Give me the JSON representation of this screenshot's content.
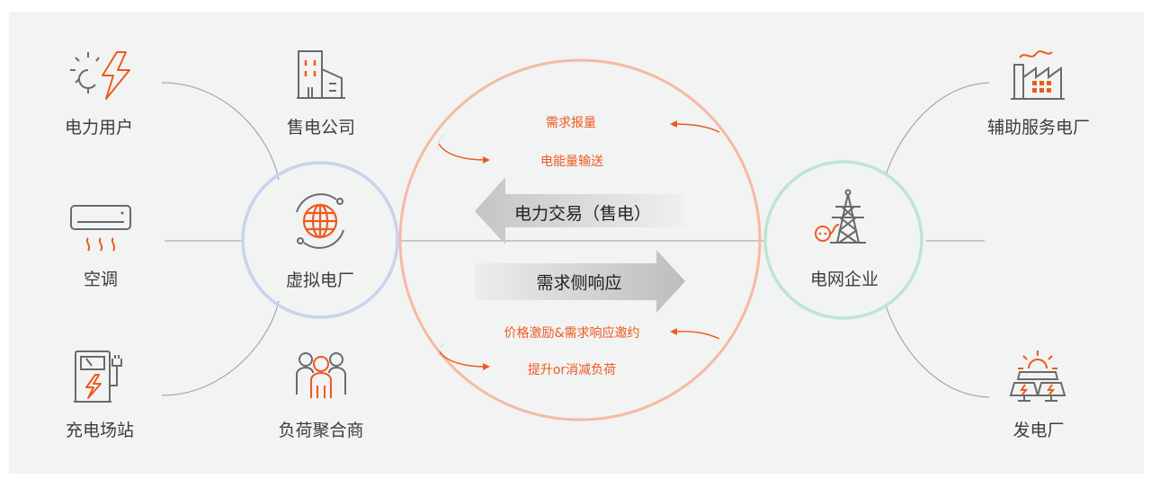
{
  "nodes": {
    "power_user": "电力用户",
    "sales_company": "售电公司",
    "air_conditioner": "空调",
    "vpp": "虚拟电厂",
    "charging_station": "充电场站",
    "load_aggregator": "负荷聚合商",
    "aux_plant": "辅助服务电厂",
    "grid": "电网企业",
    "power_plant": "发电厂"
  },
  "flows": {
    "demand_bid": "需求报量",
    "energy_transfer": "电能量输送",
    "price_incentive": "价格激励&需求响应邀约",
    "load_adjust": "提升or消减负荷"
  },
  "arrows": {
    "trade": "电力交易（售电）",
    "demand_response": "需求侧响应"
  },
  "colors": {
    "accent": "#ee5a1f",
    "vpp_ring": "#c8d3ef",
    "grid_ring": "#bfe5cf",
    "center_ring": "#f6b9a3",
    "icon_gray": "#6a6a6a"
  }
}
